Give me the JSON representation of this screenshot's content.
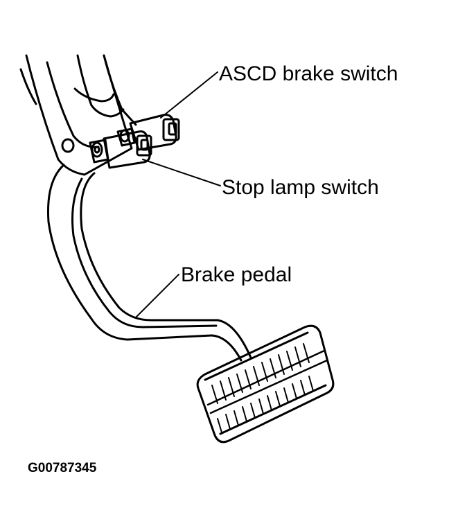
{
  "diagram": {
    "labels": {
      "ascd_brake_switch": "ASCD brake switch",
      "stop_lamp_switch": "Stop lamp switch",
      "brake_pedal": "Brake pedal"
    },
    "figure_code": "G00787345",
    "colors": {
      "ink": "#000000",
      "paper": "#ffffff"
    }
  }
}
